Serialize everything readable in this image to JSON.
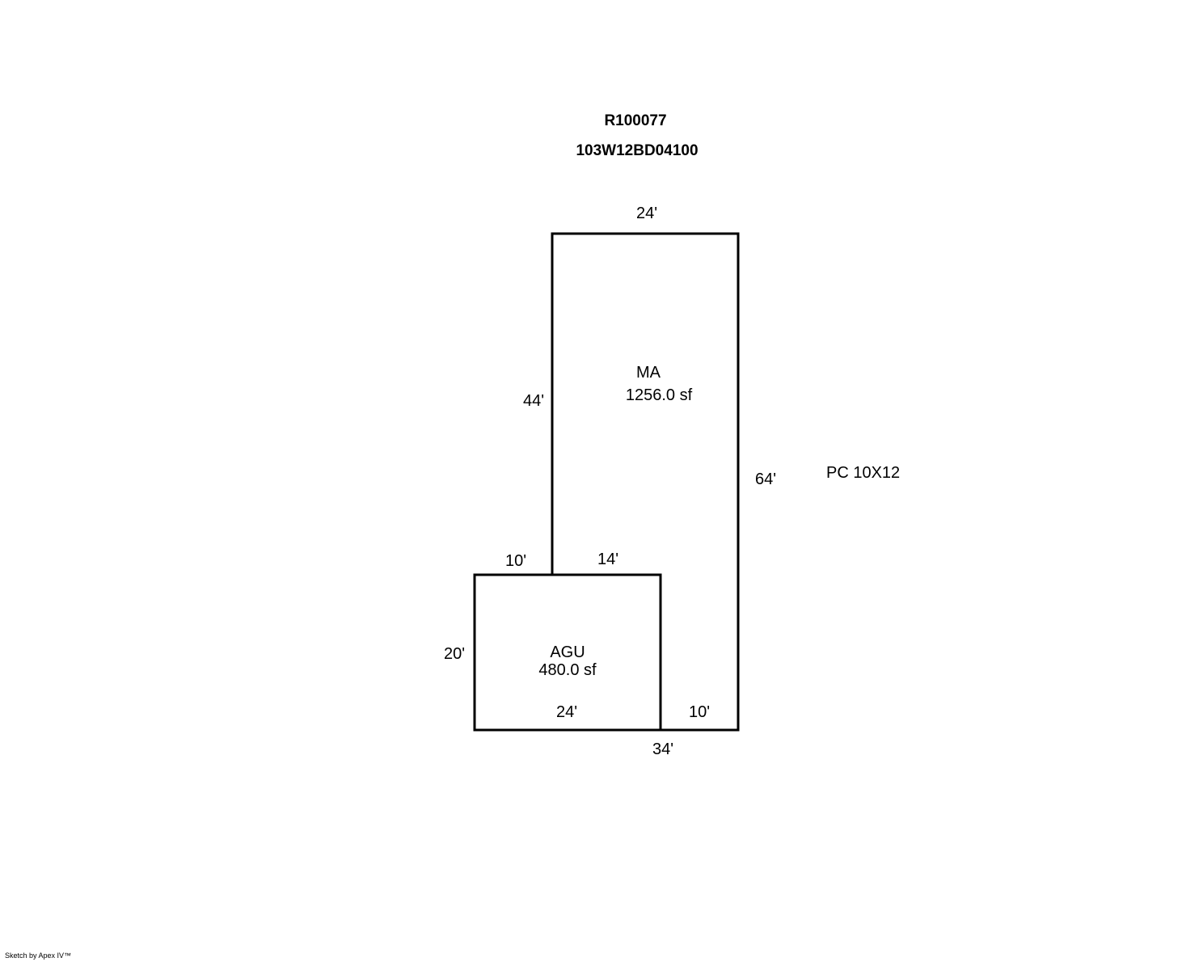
{
  "header": {
    "account_id": "R100077",
    "map_tax_lot": "103W12BD04100"
  },
  "areas": {
    "main": {
      "code": "MA",
      "area": "1256.0 sf"
    },
    "garage": {
      "code": "AGU",
      "area": "480.0 sf"
    }
  },
  "dimensions": {
    "ma_top": "24'",
    "ma_left": "44'",
    "ma_right": "64'",
    "ma_step_left": "10'",
    "agu_top": "14'",
    "agu_left": "20'",
    "agu_bottom": "24'",
    "ma_bottom_right": "10'",
    "overall_bottom": "34'"
  },
  "note": "PC 10X12",
  "footer": "Sketch by Apex IV™",
  "colors": {
    "line": "#000000",
    "background": "#ffffff"
  }
}
